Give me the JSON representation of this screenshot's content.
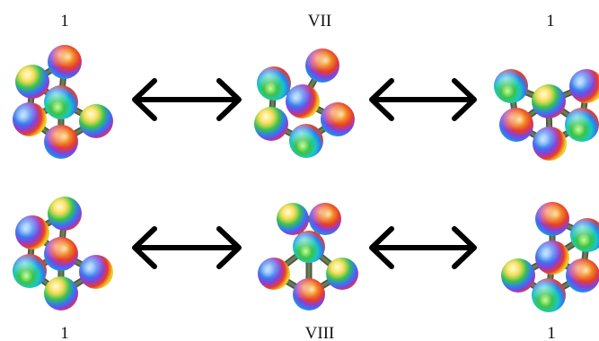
{
  "labels": {
    "top_left": "1",
    "top_middle": "VII",
    "top_right": "1",
    "bottom_left": "1",
    "bottom_middle": "VIII",
    "bottom_right": "1"
  },
  "colors": {
    "bond": "#6b7b5a",
    "arrow": "#000000",
    "sphere_palette": [
      "#e63b2e",
      "#f7d21e",
      "#3cc24a",
      "#2f7bf0",
      "#8a3fd6",
      "#18c9c0"
    ]
  },
  "clusters": [
    {
      "id": "top-left",
      "sphere_count": 6,
      "arrangement": "triangular"
    },
    {
      "id": "top-middle",
      "sphere_count": 6,
      "arrangement": "ring-with-branch"
    },
    {
      "id": "top-right",
      "sphere_count": 6,
      "arrangement": "double-diamond"
    },
    {
      "id": "bottom-left",
      "sphere_count": 6,
      "arrangement": "triangular"
    },
    {
      "id": "bottom-middle",
      "sphere_count": 6,
      "arrangement": "diamond-on-triangle"
    },
    {
      "id": "bottom-right",
      "sphere_count": 6,
      "arrangement": "triangular"
    }
  ],
  "arrows": [
    {
      "id": "top-arrow-1",
      "type": "double-headed"
    },
    {
      "id": "top-arrow-2",
      "type": "double-headed"
    },
    {
      "id": "bottom-arrow-1",
      "type": "double-headed"
    },
    {
      "id": "bottom-arrow-2",
      "type": "double-headed"
    }
  ]
}
